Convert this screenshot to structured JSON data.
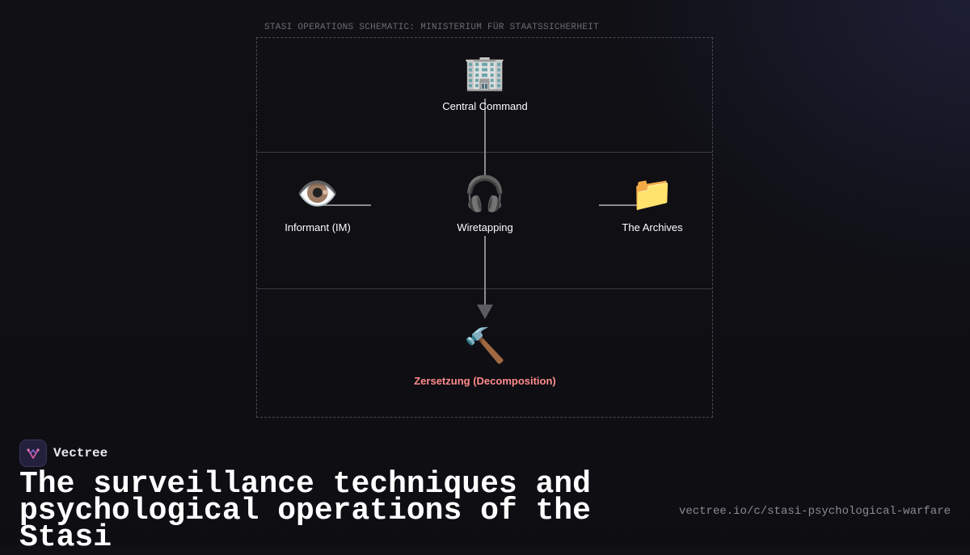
{
  "diagram": {
    "title": "STASI OPERATIONS SCHEMATIC: MINISTERIUM FÜR STAATSSICHERHEIT",
    "nodes": {
      "central": {
        "icon": "🏢",
        "icon_name": "office-building-icon",
        "label": "Central Command"
      },
      "informant": {
        "icon": "👁️",
        "icon_name": "eye-icon",
        "label": "Informant (IM)"
      },
      "wiretap": {
        "icon": "🎧",
        "icon_name": "headphones-icon",
        "label": "Wiretapping"
      },
      "archives": {
        "icon": "📁",
        "icon_name": "folder-icon",
        "label": "The Archives"
      },
      "zersetzung": {
        "icon": "🔨",
        "icon_name": "hammer-icon",
        "label": "Zersetzung (Decomposition)",
        "color": "#ff8b8b"
      }
    }
  },
  "brand": {
    "name": "Vectree"
  },
  "page": {
    "title": "The surveillance techniques and psychological operations of the Stasi",
    "url": "vectree.io/c/stasi-psychological-warfare"
  },
  "colors": {
    "background": "#101015",
    "accent": "#c0569a",
    "alert": "#ff8b8b"
  }
}
